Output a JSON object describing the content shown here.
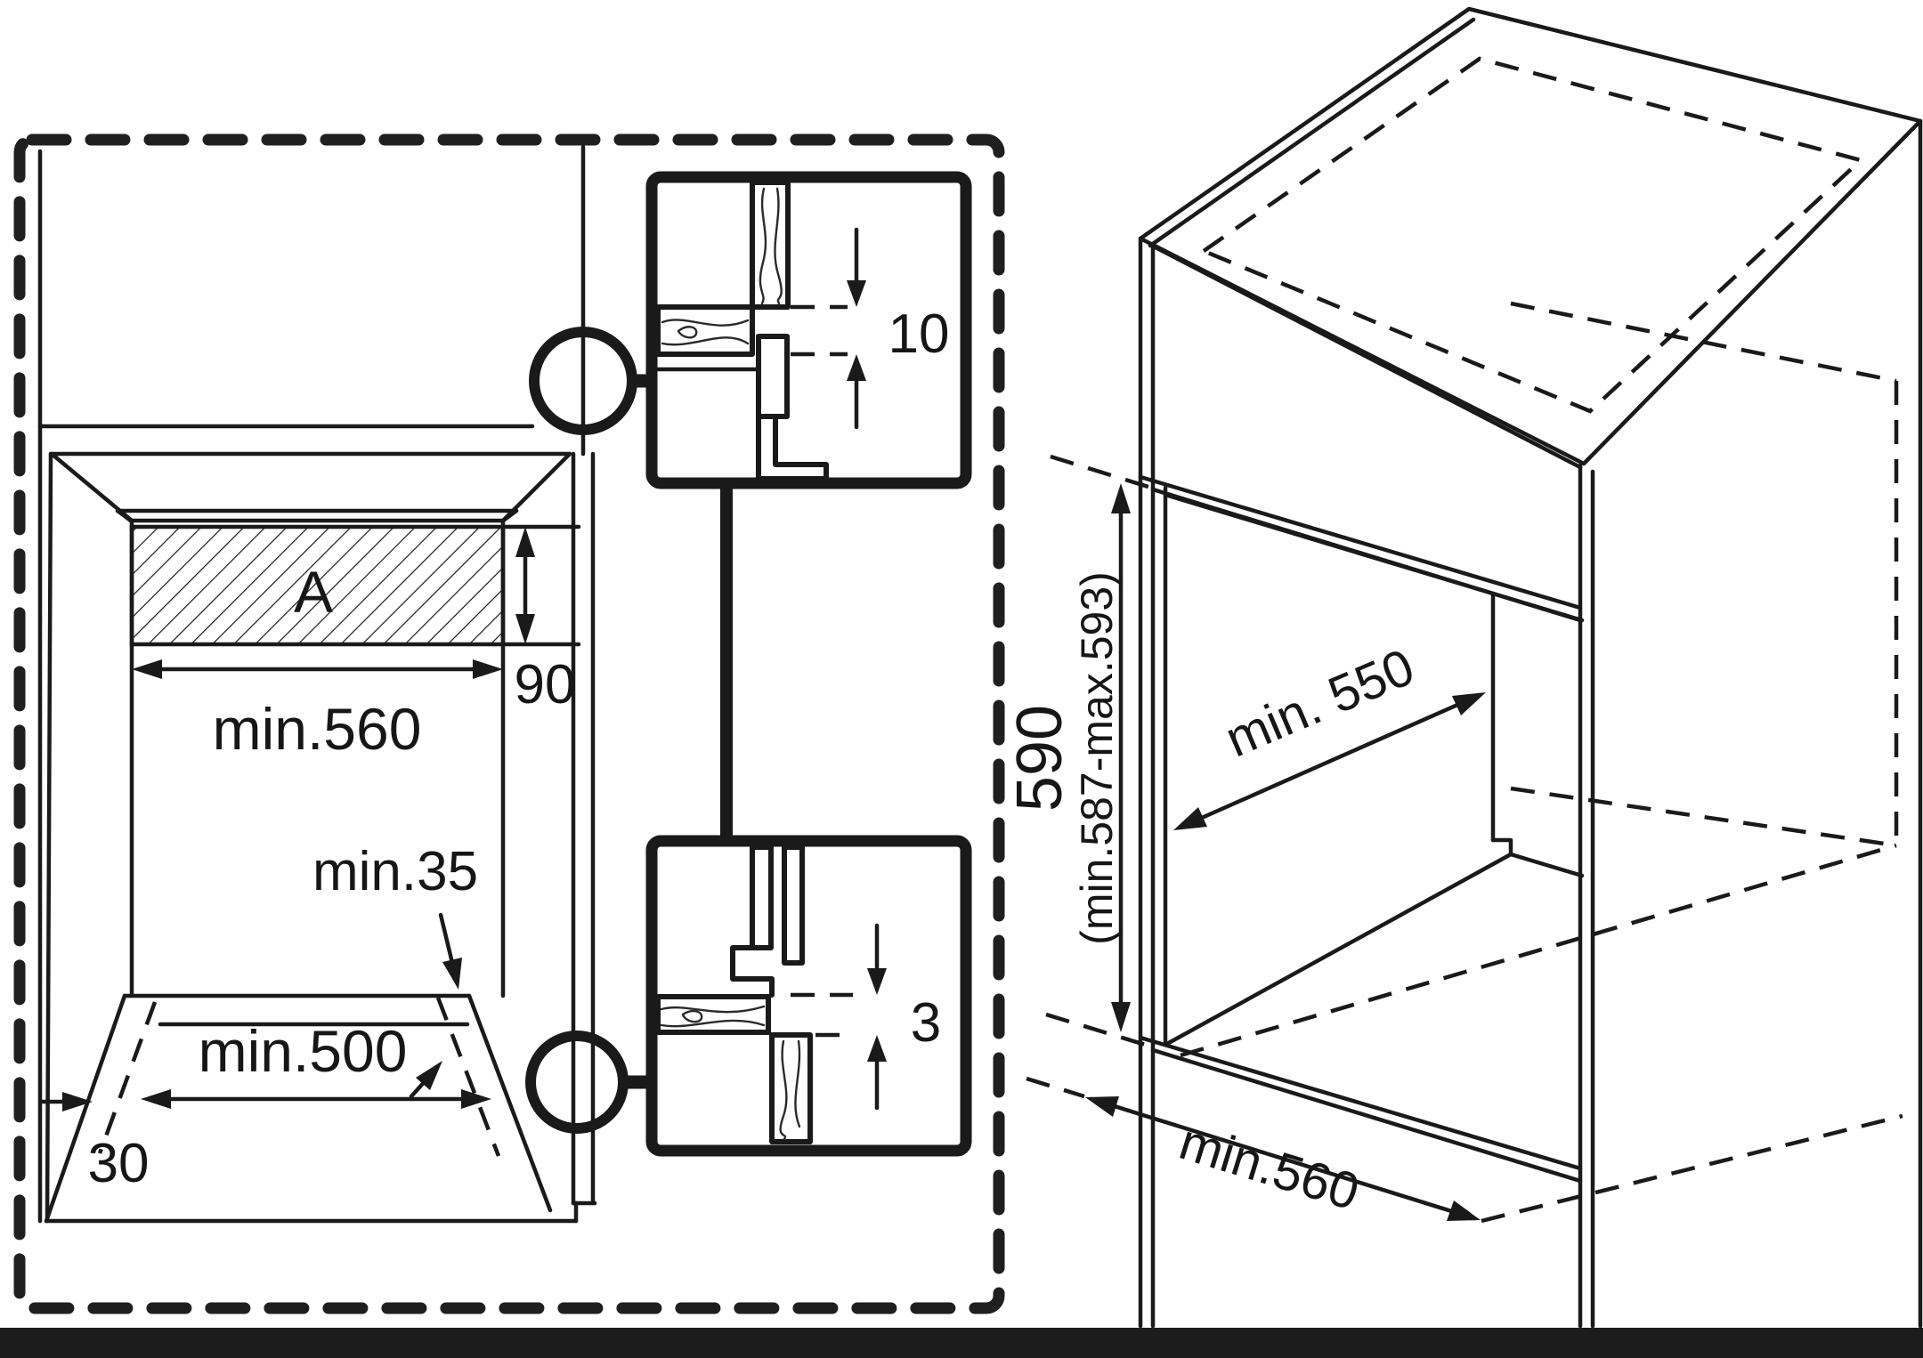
{
  "diagram": {
    "kind": "oven-built-in-installation-drawing",
    "background_color": "#ffffff",
    "line_color": "#1a1a1a",
    "bottom_bar_color": "#1c1c1c"
  },
  "left_view": {
    "area_label": "A",
    "vent_height": "90",
    "niche_min_width": "min.560",
    "recess_min_clearance": "min.35",
    "plinth_min_width": "min.500",
    "plinth_depth": "30"
  },
  "detail_top": {
    "gap": "10"
  },
  "detail_bottom": {
    "gap": "3"
  },
  "cabinet_view": {
    "niche_height": "590",
    "niche_height_range": "(min.587-max.593)",
    "min_depth": "min. 550",
    "min_width": "min.560"
  }
}
